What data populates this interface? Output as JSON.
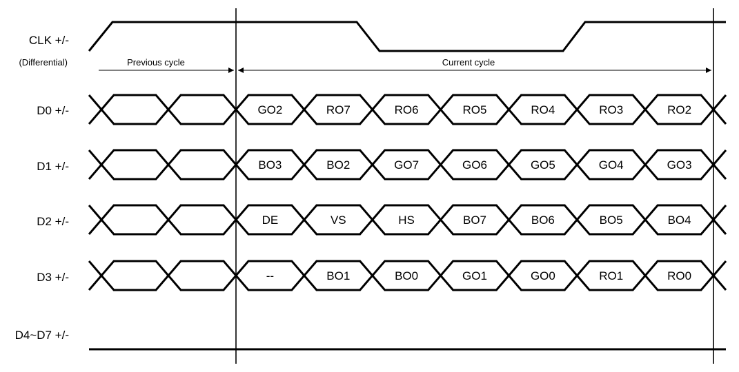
{
  "clock": {
    "label": "CLK +/-",
    "sublabel": "(Differential)"
  },
  "cycles": {
    "previous": "Previous cycle",
    "current": "Current cycle"
  },
  "lanes": [
    {
      "label": "D0 +/-",
      "cells": [
        "GO2",
        "RO7",
        "RO6",
        "RO5",
        "RO4",
        "RO3",
        "RO2"
      ]
    },
    {
      "label": "D1 +/-",
      "cells": [
        "BO3",
        "BO2",
        "GO7",
        "GO6",
        "GO5",
        "GO4",
        "GO3"
      ]
    },
    {
      "label": "D2 +/-",
      "cells": [
        "DE",
        "VS",
        "HS",
        "BO7",
        "BO6",
        "BO5",
        "BO4"
      ]
    },
    {
      "label": "D3 +/-",
      "cells": [
        "--",
        "BO1",
        "BO0",
        "GO1",
        "GO0",
        "RO1",
        "RO0"
      ]
    }
  ],
  "idle_lane": {
    "label": "D4~D7 +/-"
  }
}
